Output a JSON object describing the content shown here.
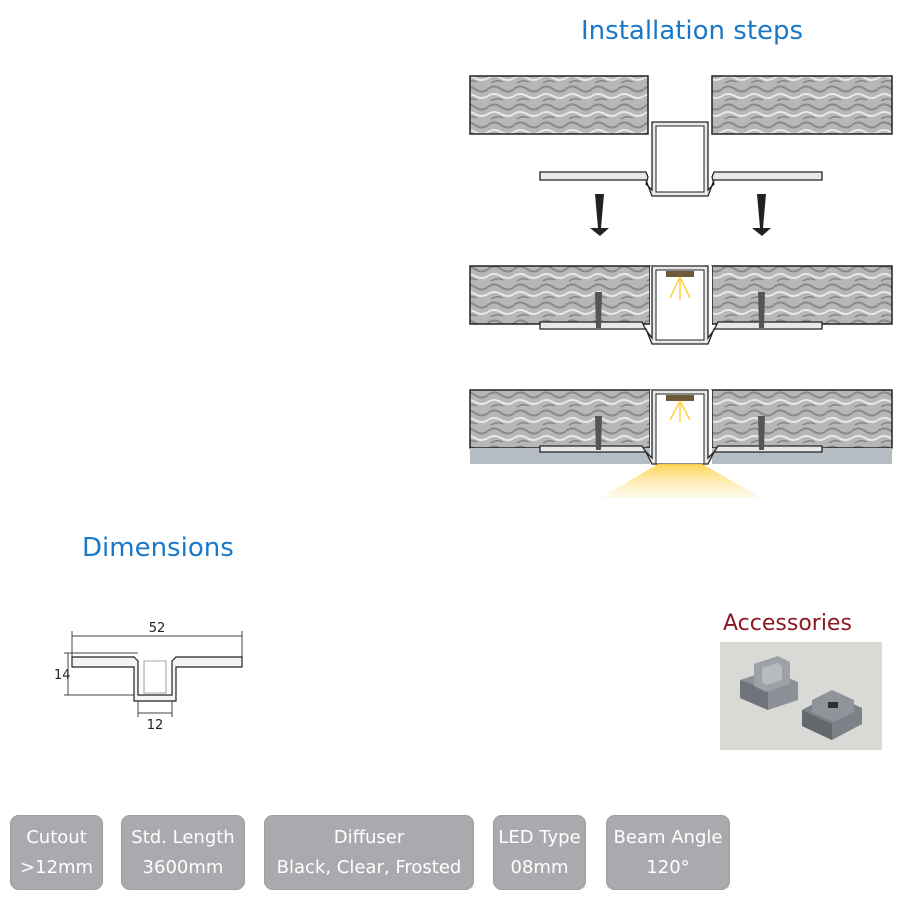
{
  "sections": {
    "installation_title": "Installation steps",
    "dimensions_title": "Dimensions",
    "accessories_title": "Accessories"
  },
  "dimensions": {
    "width_label": "52",
    "height_label": "14",
    "channel_label": "12"
  },
  "specs": [
    {
      "label": "Cutout",
      "value": ">12mm"
    },
    {
      "label": "Std. Length",
      "value": "3600mm"
    },
    {
      "label": "Diffuser",
      "value": "Black, Clear, Frosted"
    },
    {
      "label": "LED Type",
      "value": "08mm"
    },
    {
      "label": "Beam Angle",
      "value": "120°"
    }
  ],
  "colors": {
    "heading_blue": "#1a78c8",
    "accessories_red": "#8b1a24",
    "spec_box": "#a9aaae",
    "led_light": "#ffd24a"
  }
}
